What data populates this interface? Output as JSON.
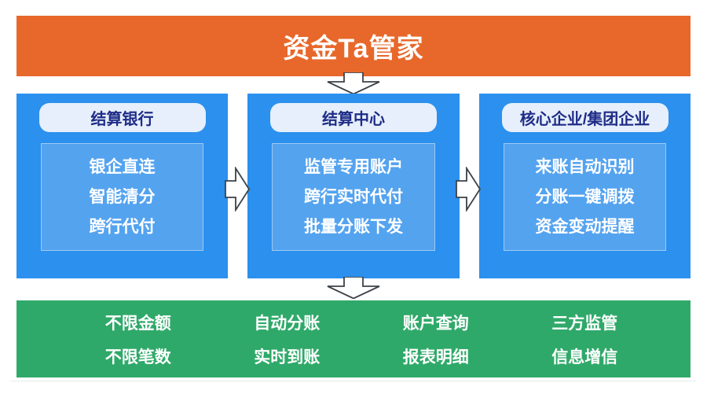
{
  "title": "资金Ta管家",
  "colors": {
    "orange": "#e7682a",
    "blue": "#2b90ee",
    "panelBlue": "#54a3ef",
    "panelBorder": "#9ccaf5",
    "pillBg": "#e6effb",
    "pillText": "#1f2c87",
    "green": "#2fa969",
    "arrowStroke": "#3c4248"
  },
  "columns": [
    {
      "header": "结算银行",
      "features": [
        "银企直连",
        "智能清分",
        "跨行代付"
      ]
    },
    {
      "header": "结算中心",
      "features": [
        "监管专用账户",
        "跨行实时代付",
        "批量分账下发"
      ]
    },
    {
      "header": "核心企业/集团企业",
      "features": [
        "来账自动识别",
        "分账一键调拨",
        "资金变动提醒"
      ]
    }
  ],
  "footer": {
    "groups": [
      [
        "不限金额",
        "不限笔数"
      ],
      [
        "自动分账",
        "实时到账"
      ],
      [
        "账户查询",
        "报表明细"
      ],
      [
        "三方监管",
        "信息增信"
      ]
    ]
  }
}
